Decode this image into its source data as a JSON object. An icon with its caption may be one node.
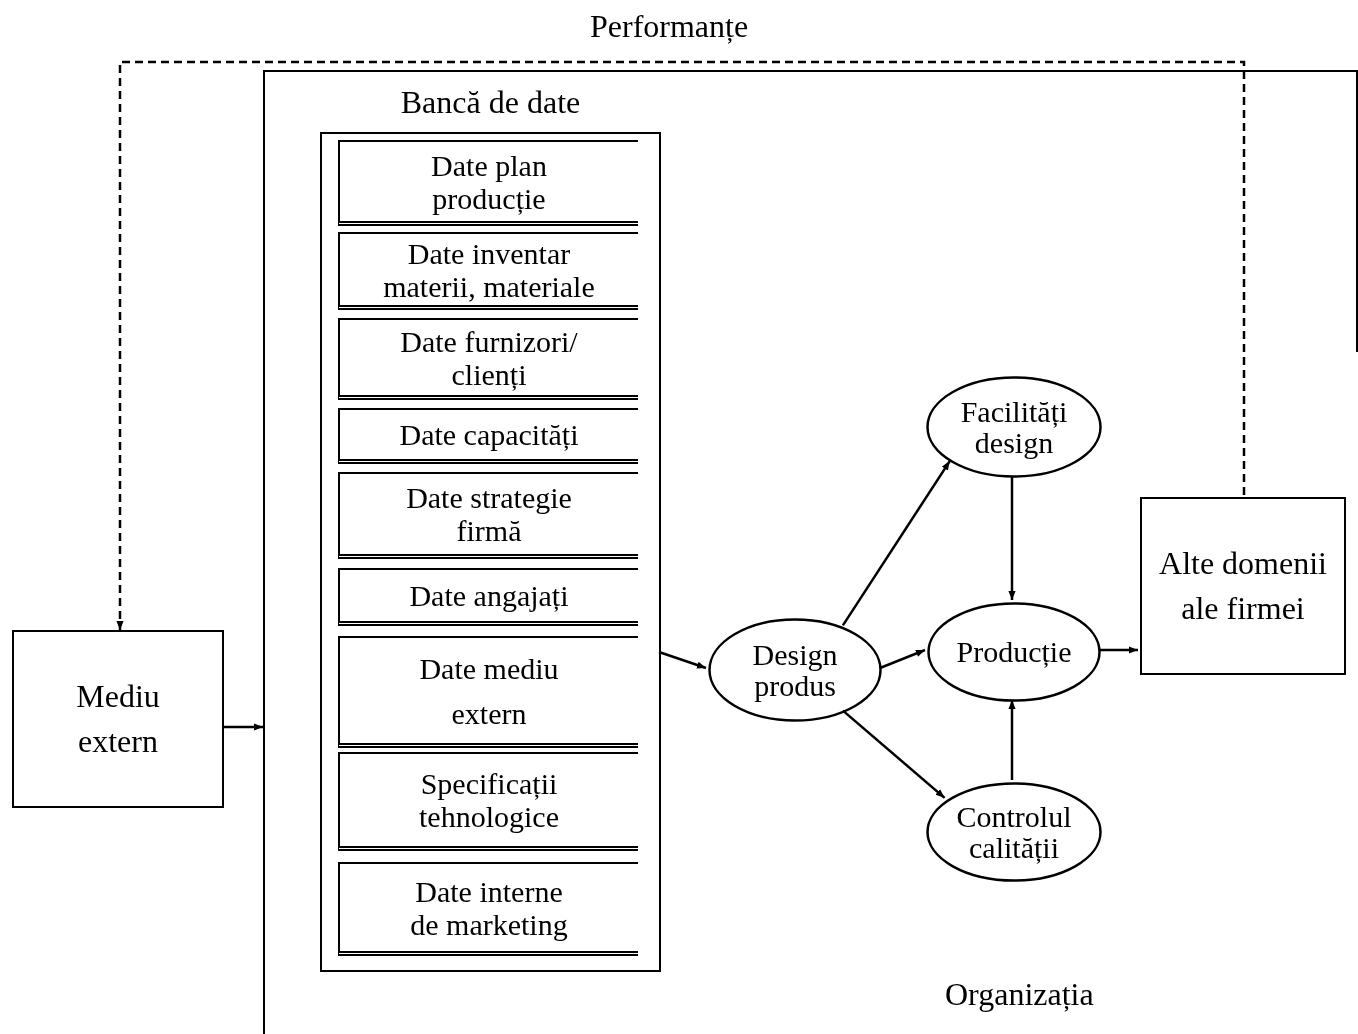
{
  "diagram": {
    "nodes": [
      {
        "text": [
          "Organizația"
        ]
      },
      {
        "text": [
          "Bancă de date"
        ],
        "in": 0
      },
      {
        "text": [
          "Date plan producție"
        ],
        "in": 1
      },
      {
        "text": [
          "Date inventar materii, materiale"
        ],
        "in": 1
      },
      {
        "text": [
          "Date furnizori/ clienți"
        ],
        "in": 1
      },
      {
        "text": [
          "Date capacități"
        ],
        "in": 1
      },
      {
        "text": [
          "Date strategie firmă"
        ],
        "in": 1
      },
      {
        "text": [
          "Date angajați"
        ],
        "in": 1
      },
      {
        "text": [
          "Date mediu extern"
        ],
        "in": 1
      },
      {
        "text": [
          "Specificații tehnologice"
        ],
        "in": 1
      },
      {
        "text": [
          "Date interne de marketing"
        ],
        "in": 1
      },
      {
        "text": [
          "Design produs"
        ],
        "in": 0
      },
      {
        "text": [
          "Facilități design"
        ],
        "in": 0
      },
      {
        "text": [
          "Producție"
        ],
        "in": 0
      },
      {
        "text": [
          "Controlul calității"
        ],
        "in": 0
      },
      {
        "text": [
          "Alte domenii ale firmei"
        ],
        "in": 0
      },
      {
        "text": [
          "Mediu extern"
        ]
      }
    ],
    "edges": [
      {
        "from": 1,
        "to": 11,
        "arrow": "to"
      },
      {
        "from": 11,
        "to": 12,
        "arrow": "to"
      },
      {
        "from": 11,
        "to": 13,
        "arrow": "to"
      },
      {
        "from": 11,
        "to": 14,
        "arrow": "to"
      },
      {
        "from": 12,
        "to": 13,
        "arrow": "to"
      },
      {
        "from": 14,
        "to": 13,
        "arrow": "to"
      },
      {
        "from": 13,
        "to": 15,
        "arrow": "to"
      },
      {
        "from": 16,
        "to": 0,
        "arrow": "to"
      },
      {
        "from": 15,
        "to": 16,
        "arrow": "to",
        "label": "Performanțe",
        "style": "dashed"
      }
    ]
  }
}
